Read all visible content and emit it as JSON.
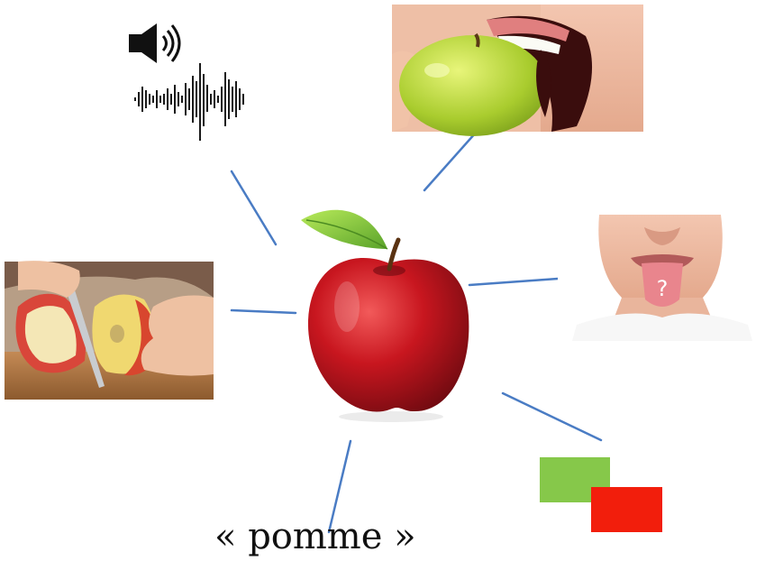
{
  "caption": {
    "word": "« pomme »"
  },
  "icons": {
    "sound": "speaker-icon",
    "waveform": "sound-waveform-icon",
    "center": "red-apple-icon",
    "bite": "biting-green-apple-image",
    "taste": "tongue-taste-image",
    "cutting": "cutting-apple-image"
  },
  "colors": {
    "connector": "#4a7cc4",
    "swatch_green": "#86c84a",
    "swatch_red": "#f21e0c",
    "apple_red": "#c8161f",
    "leaf_green": "#7cc43a"
  }
}
